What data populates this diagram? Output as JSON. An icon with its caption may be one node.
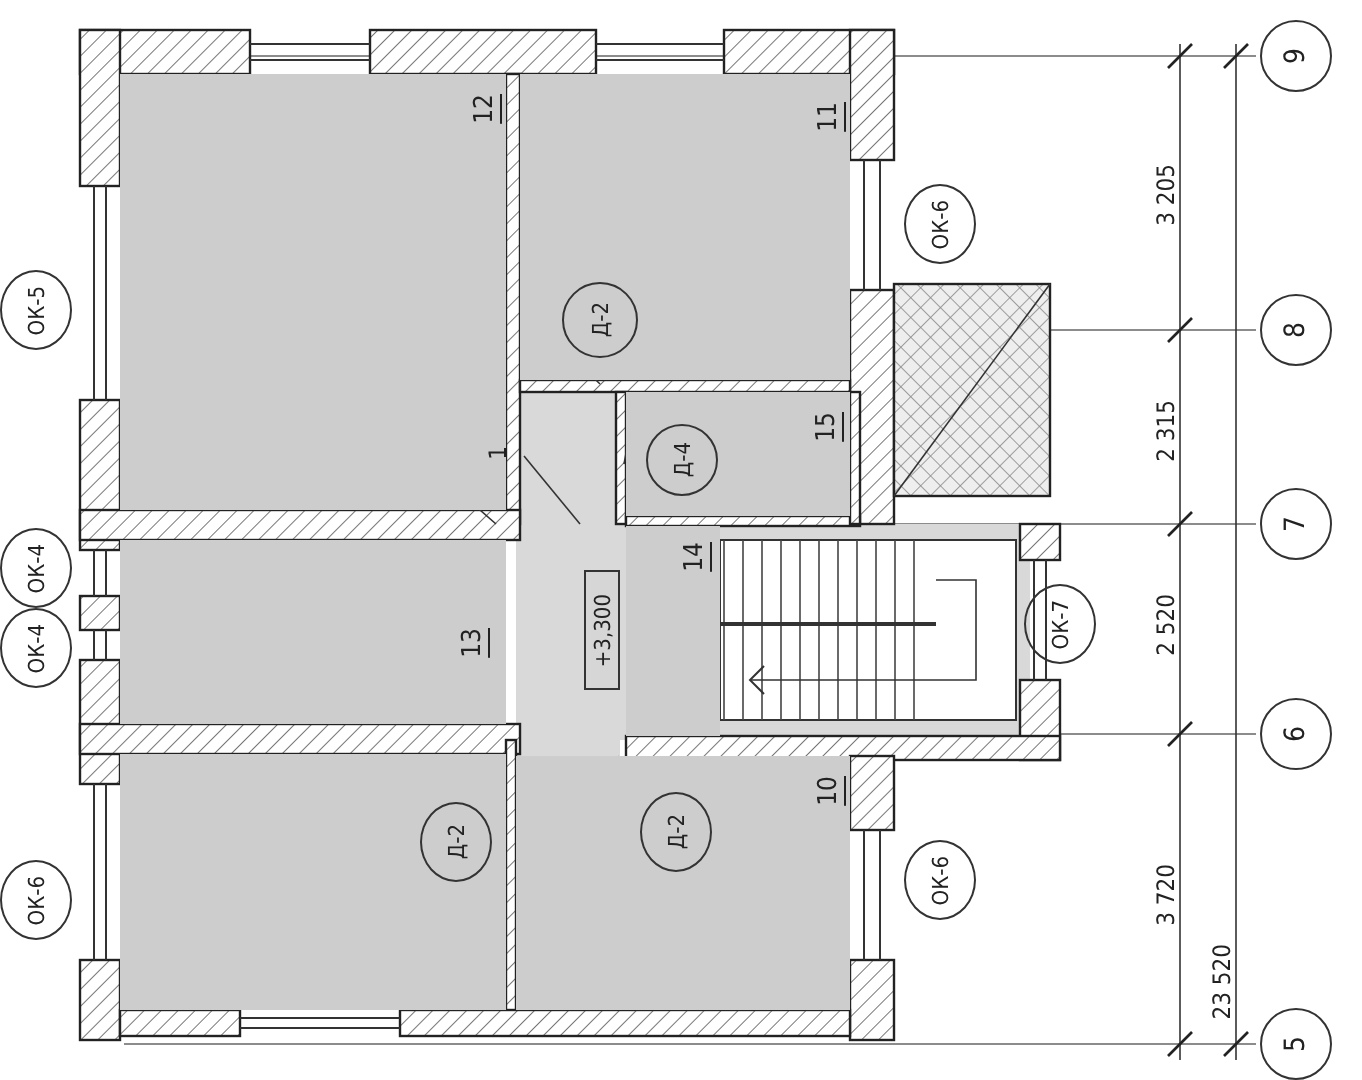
{
  "diagram": {
    "nodes": [
      {
        "text": [
          "12"
        ]
      },
      {
        "text": [
          "11"
        ]
      },
      {
        "text": [
          "Д-2"
        ],
        "in": 1
      },
      {
        "text": [
          "ОК-5"
        ]
      },
      {
        "text": [
          "ОК-6"
        ]
      },
      {
        "text": [
          "9"
        ]
      },
      {
        "text": [
          "8"
        ]
      },
      {
        "text": [
          "15"
        ]
      },
      {
        "text": [
          "Д-4"
        ],
        "in": 7
      },
      {
        "text": [
          "7"
        ]
      },
      {
        "text": [
          "13"
        ]
      },
      {
        "text": [
          "14"
        ]
      },
      {
        "text": [
          "+3,300"
        ]
      },
      {
        "text": [
          "ОК-4"
        ]
      },
      {
        "text": [
          "ОК-4"
        ]
      },
      {
        "text": [
          "ОК-7"
        ]
      },
      {
        "text": [
          "6"
        ]
      },
      {
        "text": [],
        "shape": "box"
      },
      {
        "text": [
          "Д-2"
        ],
        "in": 17
      },
      {
        "text": [
          "10"
        ]
      },
      {
        "text": [
          "Д-2"
        ],
        "in": 19
      },
      {
        "text": [
          "ОК-6"
        ]
      },
      {
        "text": [
          "ОК-6"
        ]
      },
      {
        "text": [
          "5"
        ]
      }
    ],
    "edges": [],
    "labels": [
      "1",
      "3 205",
      "2 315",
      "2 520",
      "3 720",
      "23 520"
    ]
  }
}
